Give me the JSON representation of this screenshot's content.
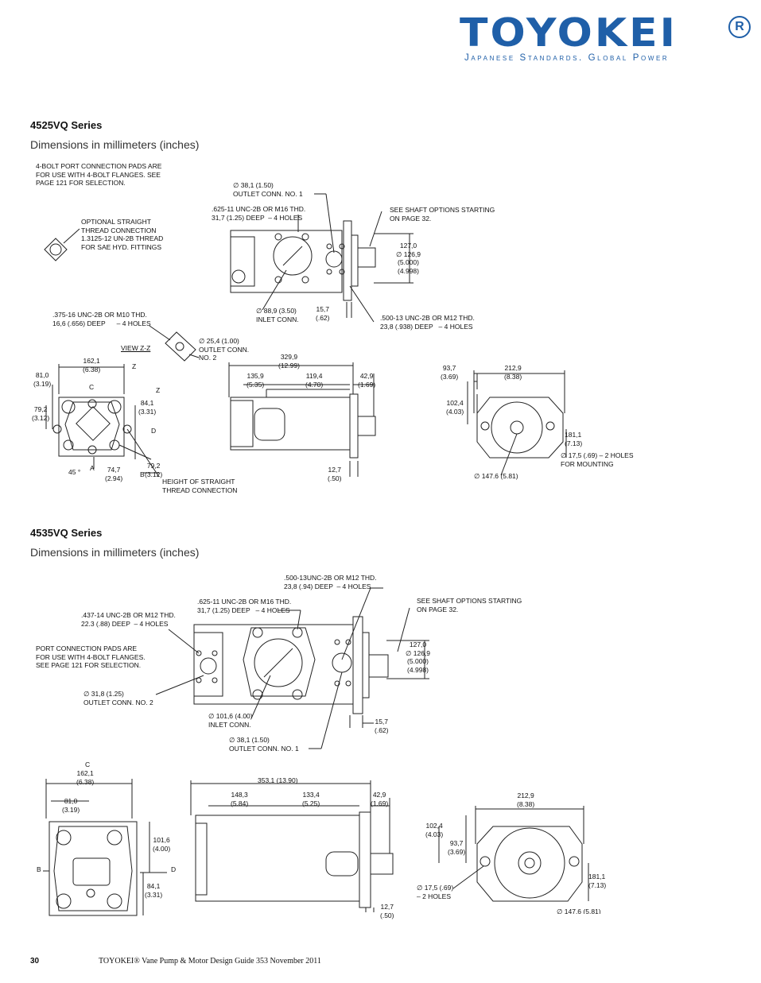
{
  "brand": {
    "logo_word": "TOYOKEI",
    "registered": "R",
    "tagline": "Japanese Standards. Global Power"
  },
  "section1": {
    "title": "4525VQ Series",
    "subtitle": "Dimensions in millimeters (inches)",
    "notes": {
      "port_pads": "4-BOLT PORT CONNECTION PADS ARE\nFOR USE WITH 4-BOLT FLANGES. SEE\nPAGE 121 FOR SELECTION.",
      "optional_thread": "OPTIONAL STRAIGHT\nTHREAD CONNECTION\n1.3125-12 UN-2B THREAD\nFOR SAE HYD. FITTINGS",
      "outlet1": "∅ 38,1 (1.50)\nOUTLET CONN. NO. 1",
      "unc625": ".625-11 UNC-2B OR M16 THD.\n31,7 (1.25) DEEP  – 4 HOLES",
      "shaft": "SEE SHAFT OPTIONS STARTING\nON PAGE 32.",
      "d127": "127,0\n∅ 126,9\n(5.000)\n(4.998)",
      "inlet": "∅ 88,9 (3.50)\nINLET CONN.",
      "d157": "15,7\n(.62)",
      "unc500": ".500-13 UNC-2B OR M12 THD.\n23,8 (.938) DEEP   – 4 HOLES",
      "unc375": ".375-16 UNC-2B OR M10 THD.\n16,6 (.656) DEEP      – 4 HOLES",
      "outlet2": "∅ 25,4 (1.00)\nOUTLET CONN.\nNO. 2",
      "viewzz": "VIEW Z-Z",
      "d1621": "162,1\n(6.38)",
      "d810": "81,0\n(3.19)",
      "d792a": "79,2\n(3.12)",
      "d841": "84,1\n(3.31)",
      "d747": "74,7\n(2.94)",
      "d792b": "79,2\n(3.12)",
      "d45": "45 °",
      "height": "HEIGHT OF STRAIGHT\nTHREAD CONNECTION",
      "d3299": "329,9\n(12.99)",
      "d1359": "135,9\n(5.35)",
      "d1194": "119,4\n(4.70)",
      "d429": "42,9\n(1.69)",
      "d127b": "12,7\n(.50)",
      "d937": "93,7\n(3.69)",
      "d2129": "212,9\n(8.38)",
      "d1024": "102,4\n(4.03)",
      "d1811": "181,1\n(7.13)",
      "mount": "∅ 17,5 (.69) – 2 HOLES\nFOR MOUNTING",
      "d1476": "∅ 147.6 (5.81)",
      "lbl_c": "C",
      "lbl_z1": "Z",
      "lbl_z2": "Z",
      "lbl_d": "D",
      "lbl_a": "A",
      "lbl_b": "B"
    }
  },
  "section2": {
    "title": "4535VQ Series",
    "subtitle": "Dimensions in millimeters (inches)",
    "notes": {
      "unc500": ".500-13UNC-2B OR M12 THD.\n23,8 (.94) DEEP  – 4 HOLES",
      "unc625": ".625-11 UNC-2B OR M16 THD.\n31,7 (1.25) DEEP   – 4 HOLES",
      "shaft": "SEE SHAFT OPTIONS STARTING\nON PAGE 32.",
      "unc437": ".437-14 UNC-2B OR M12 THD.\n22.3 (.88) DEEP  – 4 HOLES",
      "d127": "127,0\n∅ 126,9\n(5.000)\n(4.998)",
      "port_pads": "PORT CONNECTION PADS ARE\nFOR USE WITH 4-BOLT FLANGES.\nSEE PAGE 121 FOR SELECTION.",
      "outlet2": "∅ 31,8 (1.25)\nOUTLET CONN. NO. 2",
      "inlet": "∅ 101,6 (4.00)\nINLET CONN.",
      "d157": "15,7\n(.62)",
      "outlet1": "∅ 38,1 (1.50)\nOUTLET CONN. NO. 1",
      "lbl_c": "C",
      "d1621": "162,1\n(6.38)",
      "d810": "81,0\n(3.19)",
      "d1016": "101,6\n(4.00)",
      "d841": "84,1\n(3.31)",
      "lbl_b": "B",
      "lbl_d": "D",
      "d3531": "353,1 (13.90)",
      "d1483": "148,3\n(5.84)",
      "d1334": "133,4\n(5.25)",
      "d429": "42,9\n(1.69)",
      "d127b": "12,7\n(.50)",
      "d2129": "212,9\n(8.38)",
      "d1024": "102,4\n(4.03)",
      "d937": "93,7\n(3.69)",
      "d1811": "181,1\n(7.13)",
      "mount": "∅ 17,5 (.69)\n– 2 HOLES",
      "d1476": "∅ 147.6 (5.81)"
    }
  },
  "footer": {
    "page": "30",
    "text": "TOYOKEI® Vane Pump & Motor Design Guide  353  November 2011"
  }
}
